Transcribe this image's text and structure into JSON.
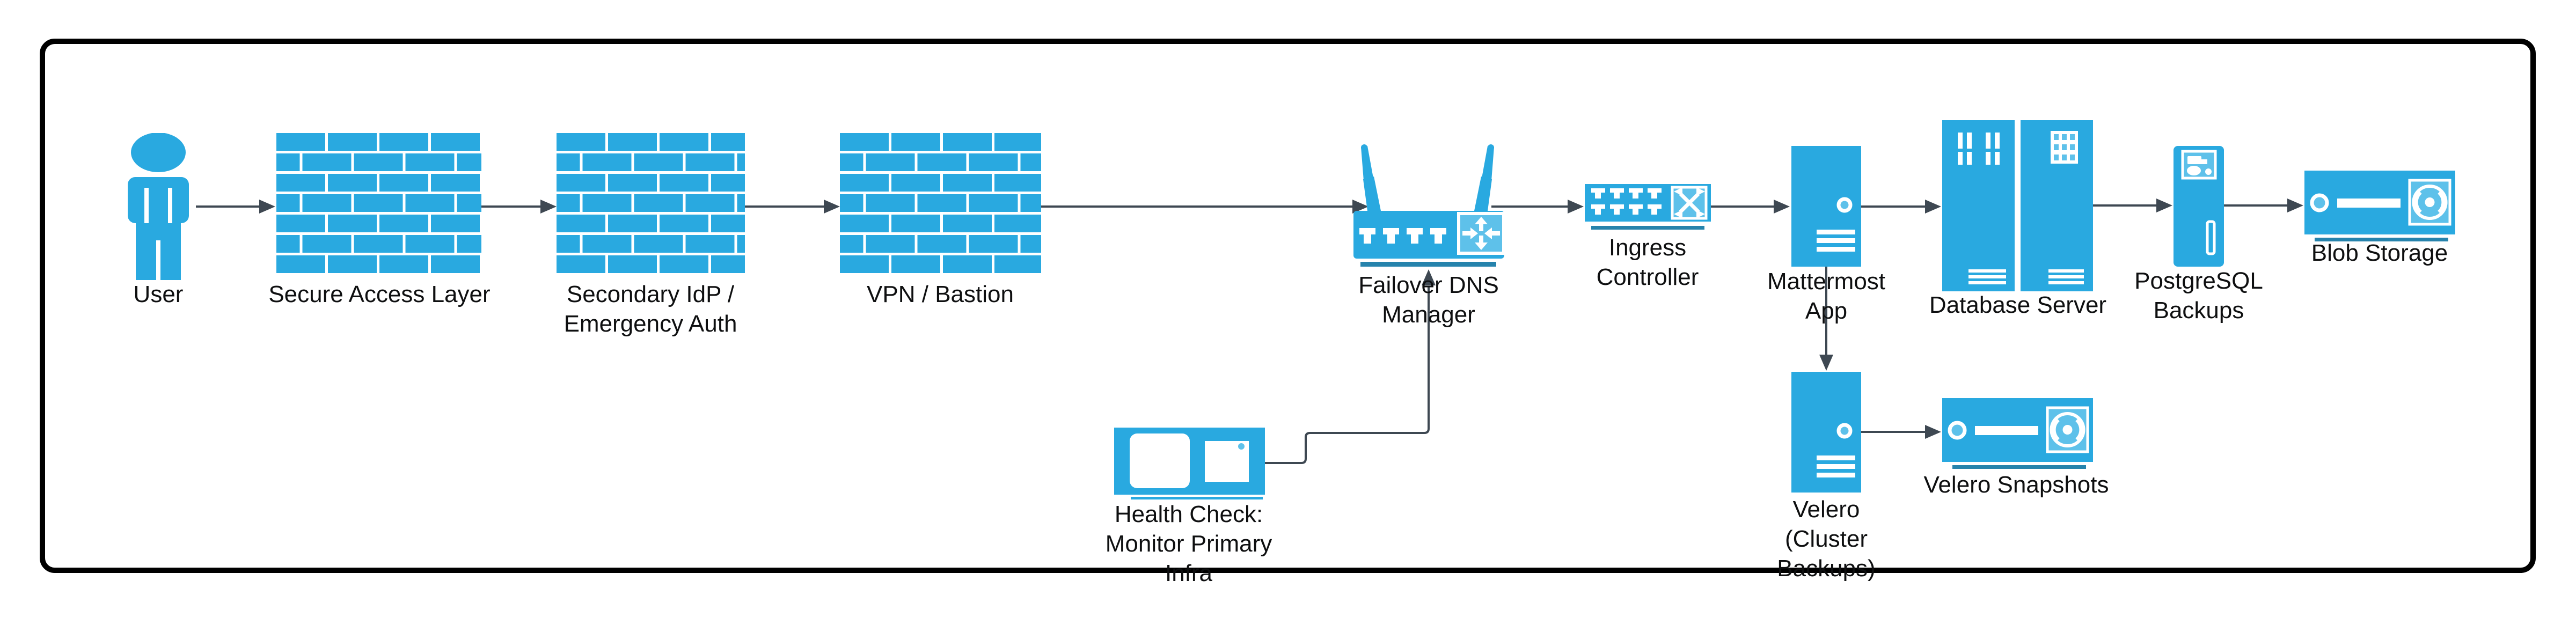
{
  "diagram": {
    "type": "infrastructure-failover-flow",
    "frame": "rounded-black-border"
  },
  "colors": {
    "node_fill": "#29A9E0",
    "node_fill_light": "#5EC1EA",
    "node_shadow": "#2683AC",
    "edge": "#3E4852",
    "text": "#0E0F10",
    "frame_border": "#000000",
    "background": "#FFFFFF"
  },
  "nodes": {
    "user": {
      "icon": "person-icon",
      "label_lines": [
        "User"
      ]
    },
    "secure_access_layer": {
      "icon": "firewall-icon",
      "label_lines": [
        "Secure Access Layer"
      ]
    },
    "secondary_idp": {
      "icon": "firewall-icon",
      "label_lines": [
        "Secondary IdP /",
        "Emergency Auth"
      ]
    },
    "vpn_bastion": {
      "icon": "firewall-icon",
      "label_lines": [
        "VPN / Bastion"
      ]
    },
    "failover_dns_manager": {
      "icon": "wireless-router-icon",
      "label_lines": [
        "Failover DNS",
        "Manager"
      ]
    },
    "ingress_controller": {
      "icon": "network-switch-icon",
      "label_lines": [
        "Ingress",
        "Controller"
      ]
    },
    "mattermost_app": {
      "icon": "server-tower-icon",
      "label_lines": [
        "Mattermost",
        "App"
      ]
    },
    "database_server": {
      "icon": "server-rack-icon",
      "label_lines": [
        "Database Server"
      ]
    },
    "postgresql_backups": {
      "icon": "backup-tower-icon",
      "label_lines": [
        "PostgreSQL",
        "Backups"
      ]
    },
    "blob_storage": {
      "icon": "disk-array-icon",
      "label_lines": [
        "Blob Storage"
      ]
    },
    "health_check": {
      "icon": "monitor-icon",
      "label_lines": [
        "Health Check:",
        "Monitor Primary",
        "Infra"
      ]
    },
    "velero": {
      "icon": "server-tower-icon",
      "label_lines": [
        "Velero",
        "(Cluster",
        "Backups)"
      ]
    },
    "velero_snapshots": {
      "icon": "disk-array-icon",
      "label_lines": [
        "Velero Snapshots"
      ]
    }
  },
  "edges": [
    {
      "from": "user",
      "to": "secure_access_layer"
    },
    {
      "from": "secure_access_layer",
      "to": "secondary_idp"
    },
    {
      "from": "secondary_idp",
      "to": "vpn_bastion"
    },
    {
      "from": "vpn_bastion",
      "to": "failover_dns_manager"
    },
    {
      "from": "failover_dns_manager",
      "to": "ingress_controller"
    },
    {
      "from": "ingress_controller",
      "to": "mattermost_app"
    },
    {
      "from": "mattermost_app",
      "to": "database_server"
    },
    {
      "from": "database_server",
      "to": "postgresql_backups"
    },
    {
      "from": "postgresql_backups",
      "to": "blob_storage"
    },
    {
      "from": "mattermost_app",
      "to": "velero"
    },
    {
      "from": "velero",
      "to": "velero_snapshots"
    },
    {
      "from": "health_check",
      "to": "failover_dns_manager"
    }
  ]
}
